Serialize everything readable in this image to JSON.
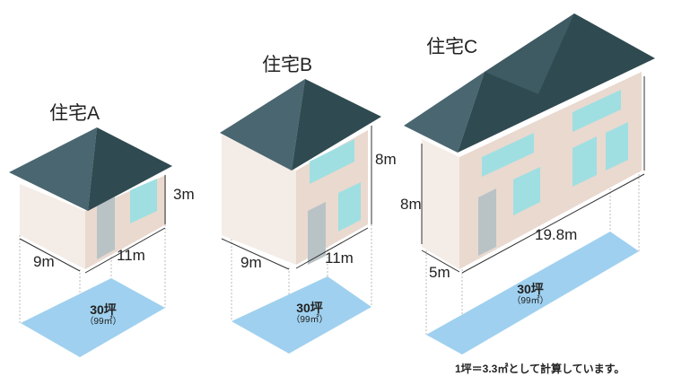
{
  "houses": [
    {
      "name": "住宅A",
      "depth": "9m",
      "width": "11m",
      "height": "3m",
      "area_tsubo": "30坪",
      "area_m2": "（99㎡）"
    },
    {
      "name": "住宅B",
      "depth": "9m",
      "width": "11m",
      "height": "8m",
      "area_tsubo": "30坪",
      "area_m2": "（99㎡）"
    },
    {
      "name": "住宅C",
      "depth": "5m",
      "width": "19.8m",
      "height": "8m",
      "area_tsubo": "30坪",
      "area_m2": "（99㎡）"
    }
  ],
  "note": "1坪＝3.3㎡として計算しています。",
  "colors": {
    "roof_dark": "#2f4a50",
    "roof_light": "#4a6670",
    "wall_left": "#f4ece6",
    "wall_right": "#e9d9cf",
    "window": "#9fdfe2",
    "footprint": "#9fd0ef"
  }
}
